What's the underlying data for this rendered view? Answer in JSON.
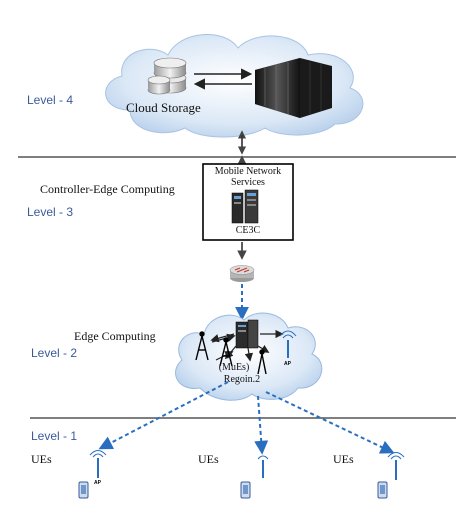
{
  "levels": {
    "level4": "Level - 4",
    "level3": "Level - 3",
    "level2": "Level - 2",
    "level1": "Level - 1"
  },
  "cloud": {
    "label": "Cloud Storage"
  },
  "controller": {
    "section_label": "Controller-Edge Computing",
    "box_title": "Mobile Network Services",
    "box_name": "CE3C"
  },
  "edge": {
    "section_label": "Edge Computing",
    "region_line1": "(MuEs)",
    "region_line2": "Regoin.2",
    "ap_label": "AP"
  },
  "ues": {
    "label1": "UEs",
    "label2": "UEs",
    "label3": "UEs",
    "ap_label": "AP"
  },
  "colors": {
    "level_text": "#3a5a9a",
    "link_blue": "#2a6fbf",
    "cloud_fill": "#cfe0f2",
    "divider": "#555555"
  }
}
